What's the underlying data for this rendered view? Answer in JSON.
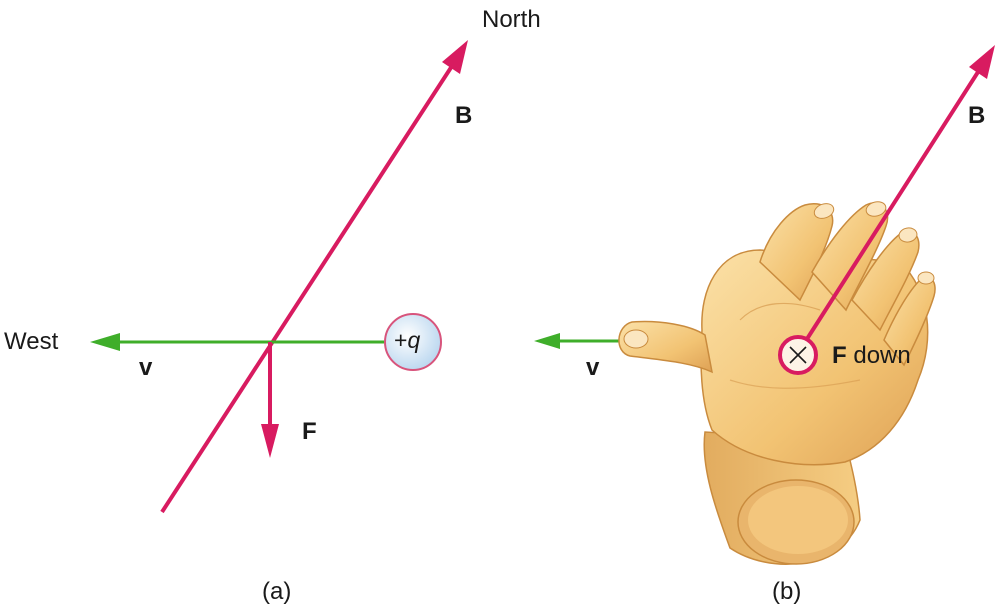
{
  "panel_a": {
    "label_north": "North",
    "label_west": "West",
    "label_B": "B",
    "label_v": "v",
    "label_F": "F",
    "charge_sign": "+",
    "charge_symbol": "q",
    "caption": "(a)"
  },
  "panel_b": {
    "label_B": "B",
    "label_v": "v",
    "label_F": "F",
    "label_F_suffix": "down",
    "caption": "(b)"
  },
  "colors": {
    "field_arrow": "#d81b60",
    "velocity_arrow": "#3fae2a",
    "skin": "#f5c77a",
    "skin_shadow": "#d9a04f",
    "charge_fill": "#cfe3f5",
    "charge_edge": "#d8547c"
  }
}
